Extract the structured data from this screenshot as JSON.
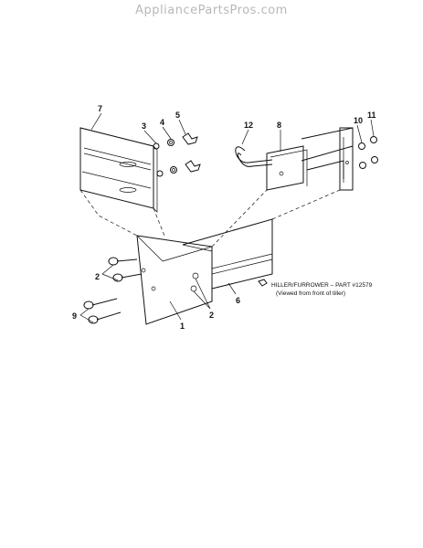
{
  "watermark": "AppliancePartsPros.com",
  "caption": {
    "line1": "HILLER/FURROWER – PART #12579",
    "line2": "(Viewed from front of tiller)"
  },
  "callouts": [
    "7",
    "3",
    "4",
    "5",
    "12",
    "8",
    "10",
    "11",
    "2",
    "9",
    "1",
    "2",
    "6"
  ]
}
